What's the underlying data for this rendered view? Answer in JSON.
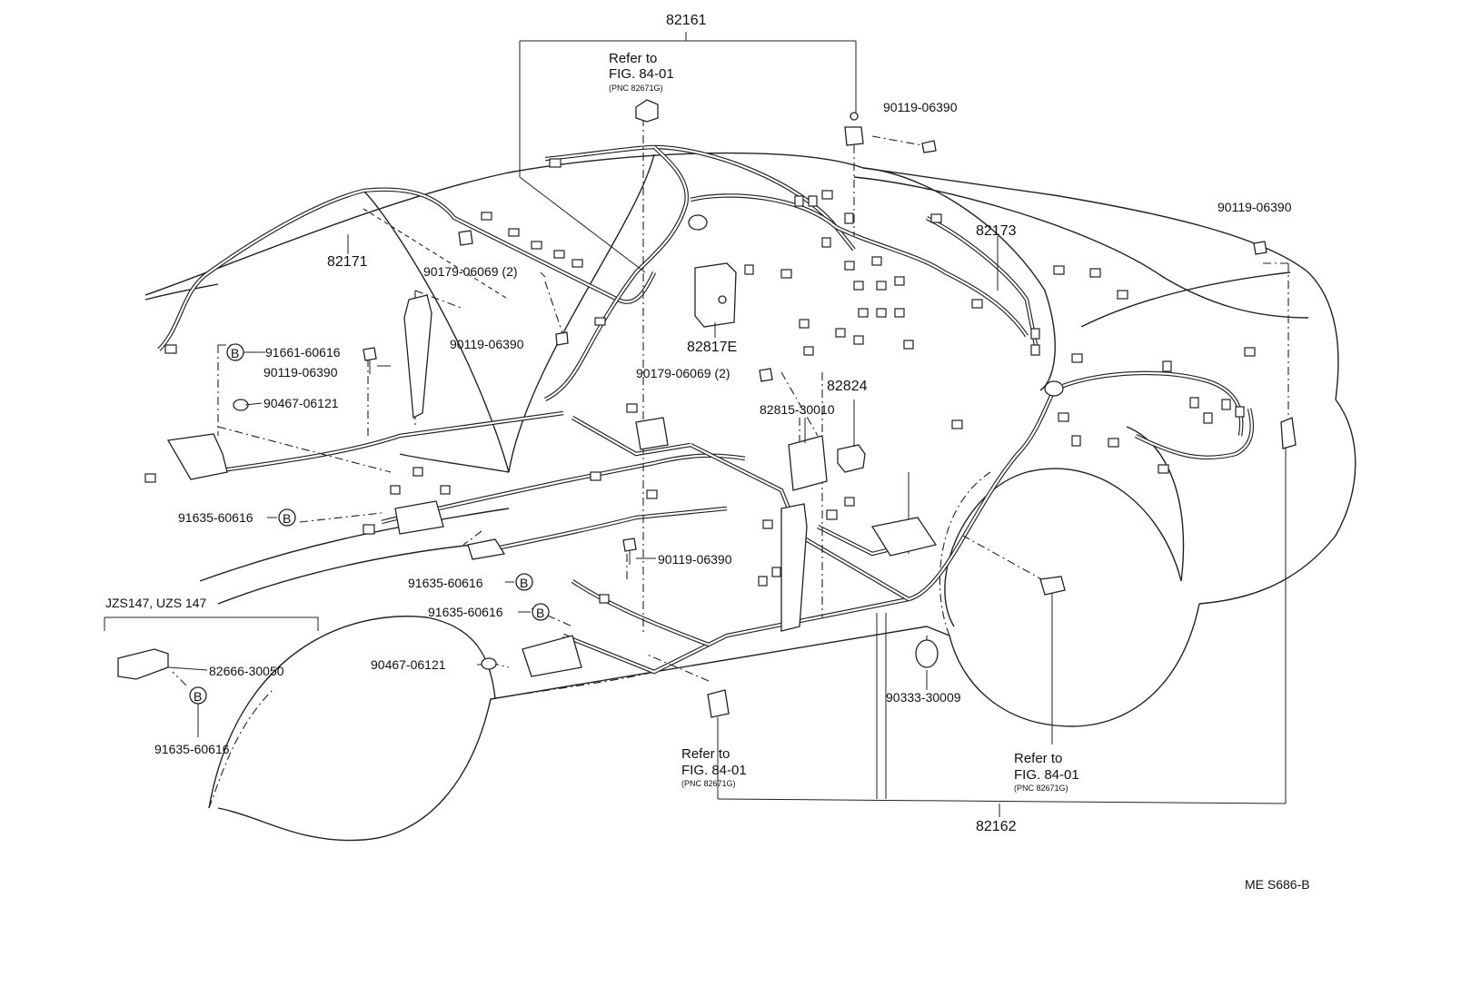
{
  "labels": {
    "harness_top": "82161",
    "harness_bottom": "82162",
    "harness_left": "82171",
    "harness_right": "82173",
    "module": "82817E",
    "relay": "82824",
    "clip_b1": "91661-60616",
    "bolt_90119_a": "90119-06390",
    "bolt_90119_b": "90119-06390",
    "bolt_90119_c": "90119-06390",
    "bolt_90119_d": "90119-06390",
    "bolt_90119_e": "90119-06390",
    "clamp_90467_a": "90467-06121",
    "clamp_90467_b": "90467-06121",
    "screw_90179_a": "90179-06069 (2)",
    "screw_90179_b": "90179-06069 (2)",
    "bracket_82815": "82815-30010",
    "clip_91635_a": "91635-60616",
    "clip_91635_b": "91635-60616",
    "clip_91635_c": "91635-60616",
    "clip_91635_d": "91635-60616",
    "grommet": "90333-30009",
    "sensor": "82666-30050",
    "variant": "JZS147, UZS 147",
    "b_mark": "B",
    "drawing_code": "ME S686-B"
  },
  "refs": [
    {
      "line1": "Refer to",
      "line2": "FIG. 84-01",
      "line3": "(PNC 82671G)"
    },
    {
      "line1": "Refer to",
      "line2": "FIG. 84-01",
      "line3": "(PNC 82671G)"
    },
    {
      "line1": "Refer to",
      "line2": "FIG. 84-01",
      "line3": "(PNC 82671G)"
    }
  ]
}
